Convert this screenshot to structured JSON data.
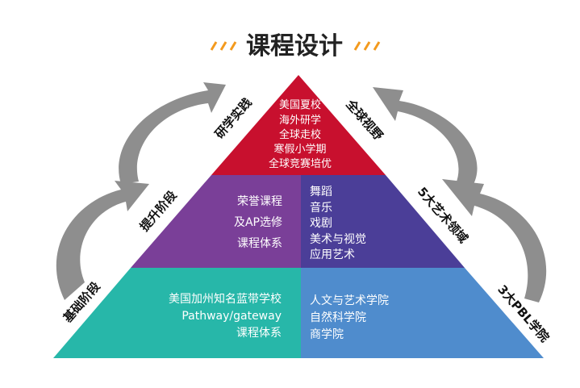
{
  "title": "课程设计",
  "colors": {
    "red": "#c8102e",
    "purple_left": "#7a3f98",
    "purple_right": "#4b3e98",
    "teal": "#27b7a9",
    "blue": "#4f8ccd",
    "arrow": "#8c8c8c",
    "accent": "#f39a1e"
  },
  "left_labels": [
    "基础阶段",
    "提升阶段",
    "研学实践"
  ],
  "right_labels": [
    "全球视野",
    "5大艺术领域",
    "3大PBL学院"
  ],
  "top": {
    "items": [
      "美国夏校",
      "海外研学",
      "全球走校",
      "寒假小学期",
      "全球竞赛培优"
    ]
  },
  "middle": {
    "left": [
      "荣誉课程",
      "及AP选修",
      "课程体系"
    ],
    "right": [
      "舞蹈",
      "音乐",
      "戏剧",
      "美术与视觉",
      "应用艺术"
    ]
  },
  "bottom": {
    "left": [
      "美国加州知名蓝带学校",
      "Pathway/gateway",
      "课程体系"
    ],
    "right": [
      "人文与艺术学院",
      "自然科学院",
      "商学院"
    ]
  }
}
